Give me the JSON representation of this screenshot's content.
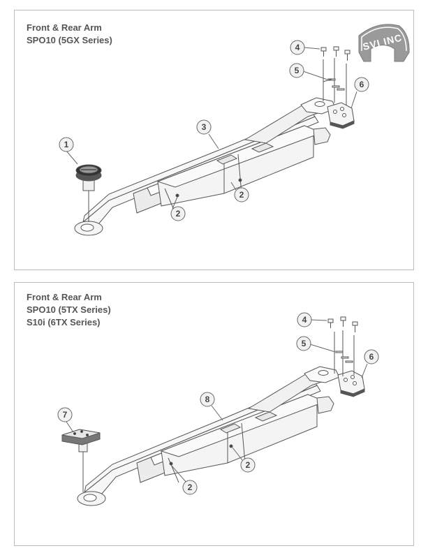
{
  "logo": {
    "text": "SVI INC"
  },
  "panels": [
    {
      "title_lines": [
        "Front & Rear Arm",
        "SPO10 (5GX Series)"
      ],
      "callouts": [
        "1",
        "2",
        "2",
        "3",
        "4",
        "5",
        "6"
      ]
    },
    {
      "title_lines": [
        "Front & Rear Arm",
        "SPO10 (5TX Series)",
        "S10i (6TX Series)"
      ],
      "callouts": [
        "2",
        "2",
        "4",
        "5",
        "6",
        "7",
        "8"
      ]
    }
  ]
}
